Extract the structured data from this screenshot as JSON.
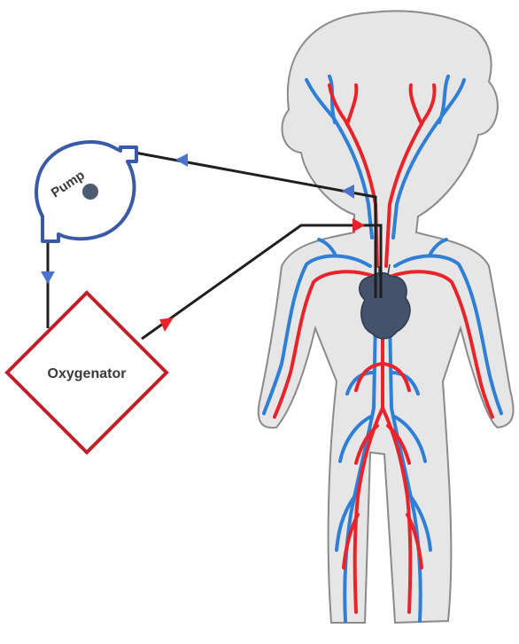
{
  "labels": {
    "pump": "Pump",
    "oxygenator": "Oxygenator"
  },
  "colors": {
    "body_fill": "#e6e6e6",
    "body_outline": "#8a8a8a",
    "artery": "#e8232a",
    "vein": "#2f7fd6",
    "pump_outline": "#3b5aa6",
    "pump_hub": "#4d5b70",
    "oxygenator_outline": "#c0202a",
    "tubing": "#1f1f1f",
    "heart": "#44536b",
    "arrow_blue": "#4a73c9",
    "arrow_red": "#e8232a"
  },
  "icons": {
    "pump": "centrifugal-pump-icon",
    "oxygenator": "oxygenator-diamond-icon",
    "heart": "heart-icon",
    "body": "human-body-silhouette"
  }
}
